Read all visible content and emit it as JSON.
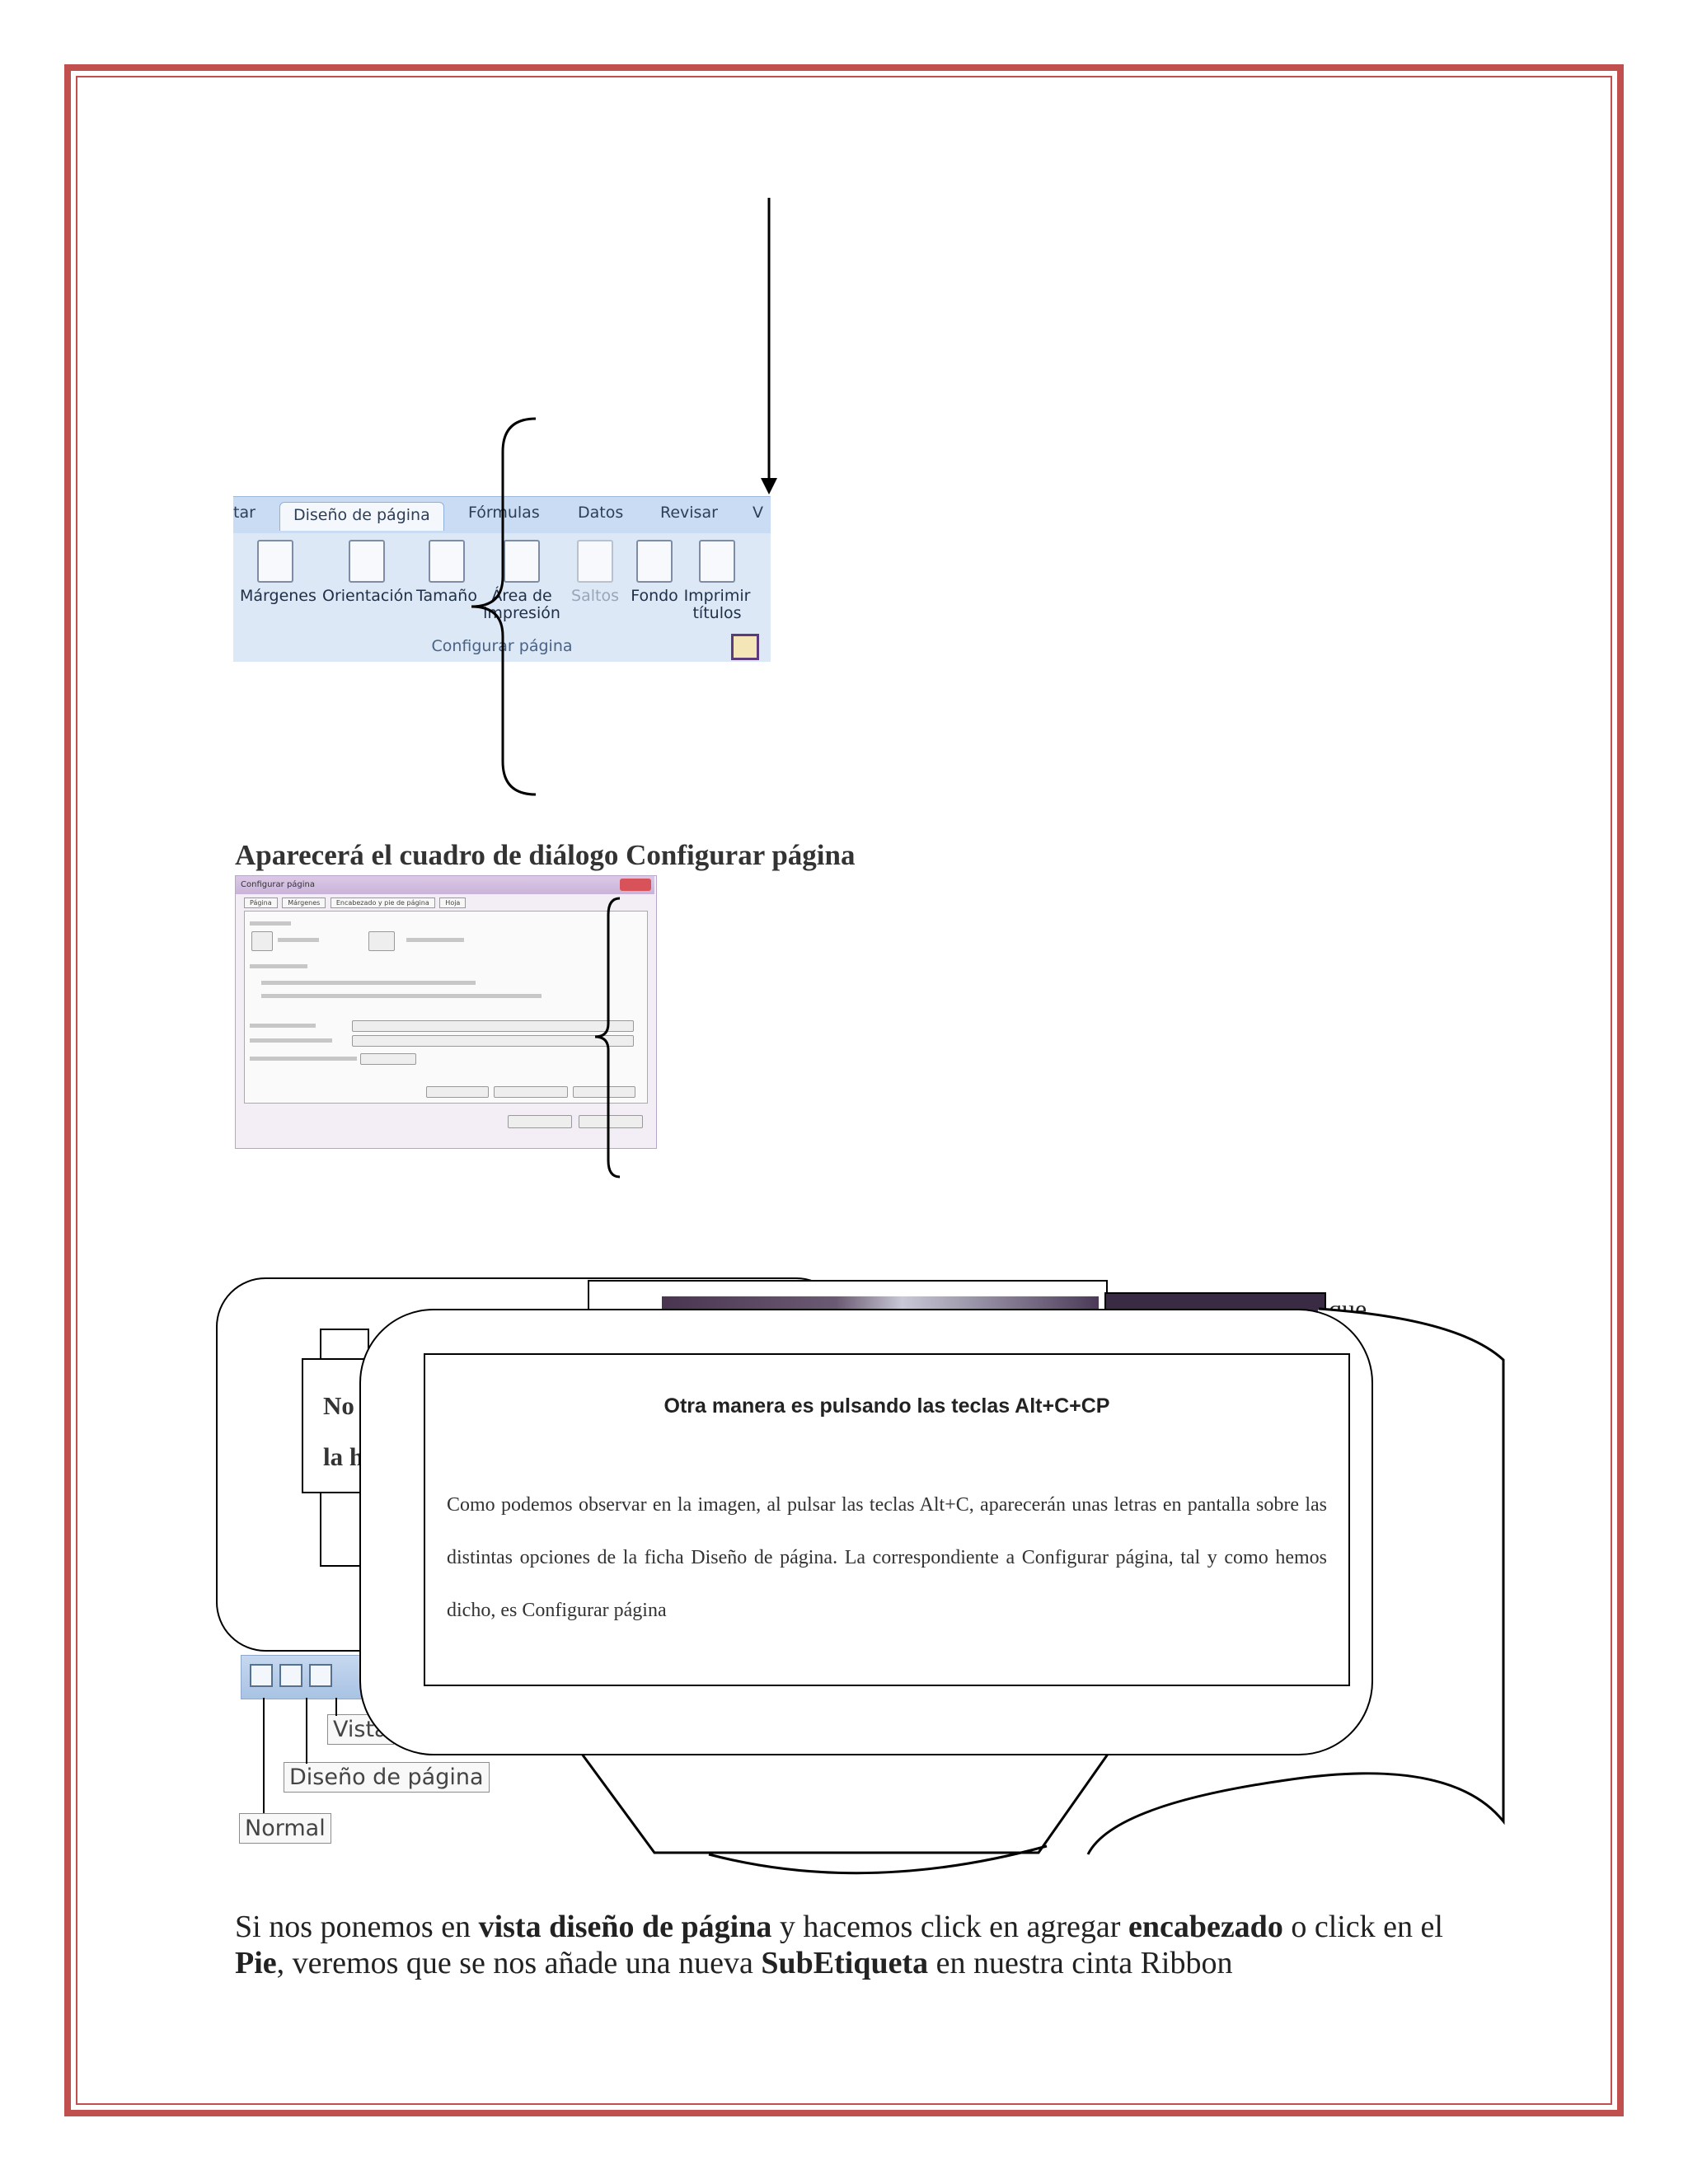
{
  "ribbon": {
    "tabs": [
      "tar",
      "Diseño de página",
      "Fórmulas",
      "Datos",
      "Revisar",
      "V"
    ],
    "buttons": [
      {
        "label": "Márgenes",
        "icon": "margins-icon"
      },
      {
        "label": "Orientación",
        "icon": "orientation-icon"
      },
      {
        "label": "Tamaño",
        "icon": "size-icon"
      },
      {
        "label": "Área de impresión",
        "icon": "print-area-icon"
      },
      {
        "label": "Saltos",
        "icon": "breaks-icon"
      },
      {
        "label": "Fondo",
        "icon": "background-icon"
      },
      {
        "label": "Imprimir títulos",
        "icon": "print-titles-icon"
      }
    ],
    "group_label": "Configurar página"
  },
  "heading": "Aparecerá el cuadro de diálogo Configurar página",
  "dialog": {
    "title": "Configurar página",
    "tabs": [
      "Página",
      "Márgenes",
      "Encabezado y pie de página",
      "Hoja"
    ]
  },
  "callout_fragments": {
    "right_edge_text": "que",
    "box_line1": "No",
    "box_line2": "la h"
  },
  "callout": {
    "title": "Otra manera es pulsando las teclas Alt+C+CP",
    "body": "Como podemos observar en la imagen, al pulsar las teclas Alt+C, aparecerán unas letras en pantalla sobre las distintas opciones de la ficha Diseño de página. La correspondiente a Configurar página, tal y como hemos dicho, es Configurar página"
  },
  "status_labels": {
    "vista": "Vista",
    "diseno": "Diseño de página",
    "normal": "Normal"
  },
  "paragraph": {
    "p1": "Si nos ponemos en ",
    "b1": "vista diseño de página",
    "p2": " y hacemos click en agregar ",
    "b2": "encabezado",
    "p3": " o click en el ",
    "b3": "Pie",
    "p4": ", veremos que se nos añade una nueva ",
    "b4": "SubEtiqueta",
    "p5": " en nuestra cinta Ribbon"
  },
  "colors": {
    "frame": "#c0504d",
    "ribbon": "#dce8f6",
    "launcher_border": "#5b3b7c"
  }
}
